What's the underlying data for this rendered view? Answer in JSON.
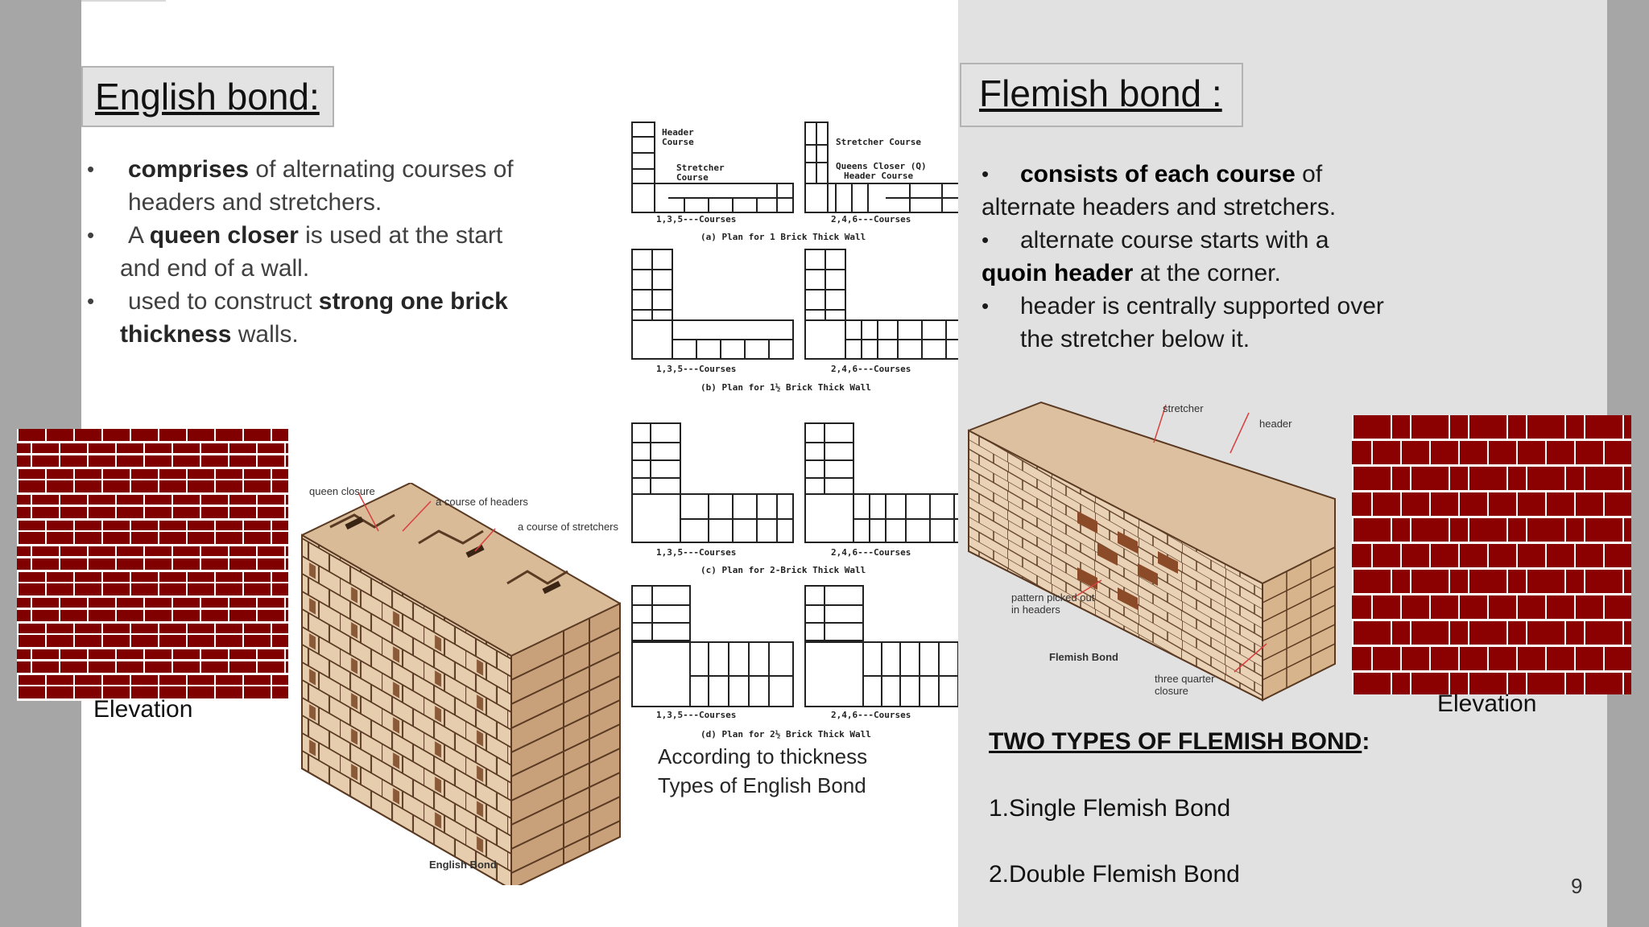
{
  "english": {
    "title": "English bond:",
    "b1_bold": "comprises",
    "b1_rest": " of alternating courses of",
    "b1_line2": "headers and stretchers.",
    "b2_pre": "A ",
    "b2_bold": "queen closer",
    "b2_rest": " is used at the start",
    "b2_line2": "and end of a wall.",
    "b3_pre": "used to construct ",
    "b3_bold": "strong one brick",
    "b3_bold2": "thickness",
    "b3_rest": " walls.",
    "elevation": "Elevation",
    "diagram_labels": {
      "queen_closure": "queen closure",
      "course_headers": "a course of headers",
      "course_stretchers": "a course of stretchers",
      "caption": "English Bond"
    },
    "plans": {
      "header_course": "Header",
      "header_course2": "Course",
      "stretcher_course_a": "Stretcher",
      "stretcher_course_a2": "Course",
      "stretcher_course_b": "Stretcher Course",
      "queens_closer": "Queens Closer (Q)",
      "header_course_b": "Header Course",
      "odd": "1,3,5---Courses",
      "even": "2,4,6---Courses",
      "cap_a": "(a) Plan for 1 Brick Thick Wall",
      "cap_b": "(b) Plan for 1½ Brick Thick Wall",
      "cap_c": "(c) Plan for 2-Brick Thick Wall",
      "cap_d": "(d) Plan for 2½ Brick Thick Wall"
    },
    "thickness_line1": "According to thickness",
    "thickness_line2": "Types of English Bond"
  },
  "flemish": {
    "title": "Flemish bond :",
    "b1_bold": "consists of each course",
    "b1_rest": " of",
    "b1_line2": "alternate headers and stretchers.",
    "b2_line1": "alternate course starts with a",
    "b2_bold": "quoin header",
    "b2_rest": " at the corner.",
    "b3_line1": "header is centrally supported over",
    "b3_line2": "the stretcher below it.",
    "diagram_labels": {
      "stretcher": "stretcher",
      "header": "header",
      "pattern1": "pattern picked out",
      "pattern2": "in headers",
      "caption": "Flemish Bond",
      "closure1": "three quarter",
      "closure2": "closure"
    },
    "elevation": "Elevation",
    "types_title": "TWO TYPES OF FLEMISH BOND",
    "types_colon": ":",
    "type1": "1.Single Flemish Bond",
    "type2": "2.Double Flemish Bond"
  },
  "page_number": "9",
  "colors": {
    "brick": "#800000",
    "mortar": "#ffffff",
    "tan": "#e8cfb2"
  }
}
